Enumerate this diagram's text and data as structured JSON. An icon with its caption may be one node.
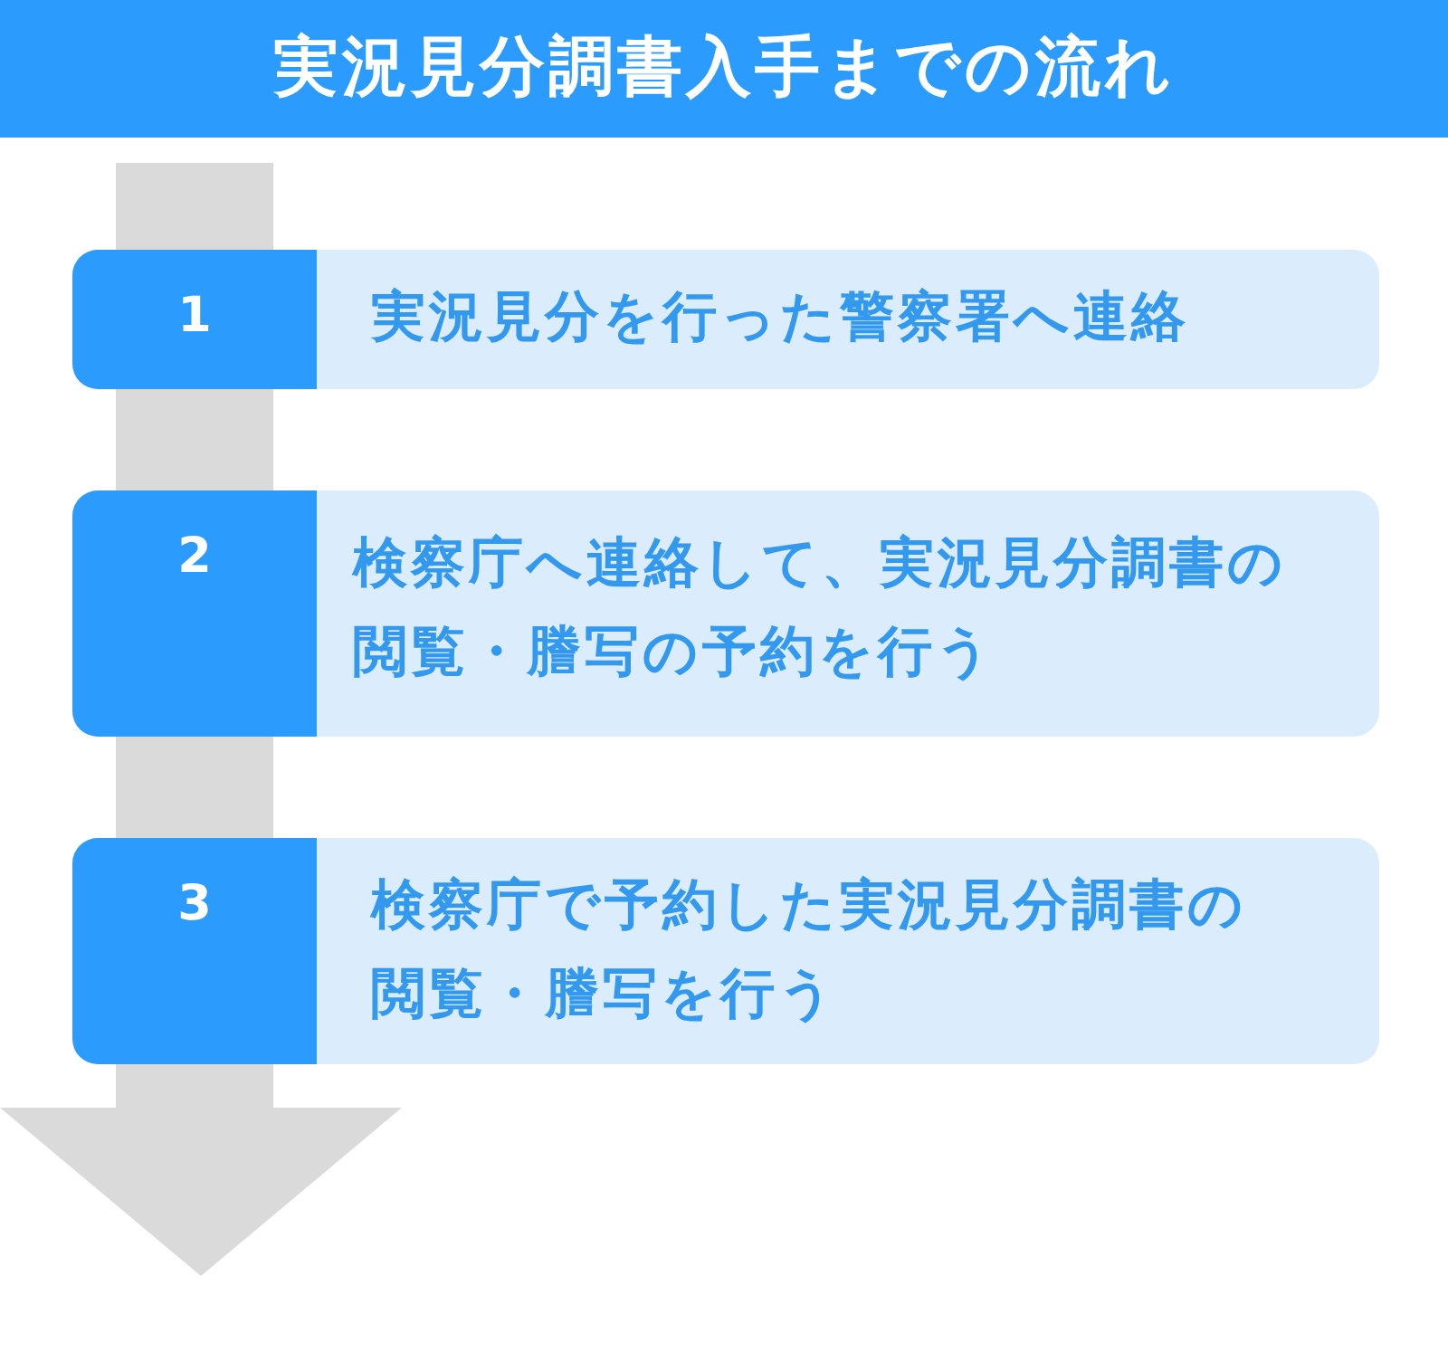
{
  "diagram": {
    "title": "実況見分調書入手までの流れ",
    "nodes": [
      {
        "text": [
          "1",
          "実況見分を行った警察署へ連絡"
        ]
      },
      {
        "text": [
          "2",
          "検察庁へ連絡して、実況見分調書の閲覧・謄写の予約を行う"
        ]
      },
      {
        "text": [
          "3",
          "検察庁で予約した実況見分調書の閲覧・謄写を行う"
        ]
      }
    ]
  }
}
